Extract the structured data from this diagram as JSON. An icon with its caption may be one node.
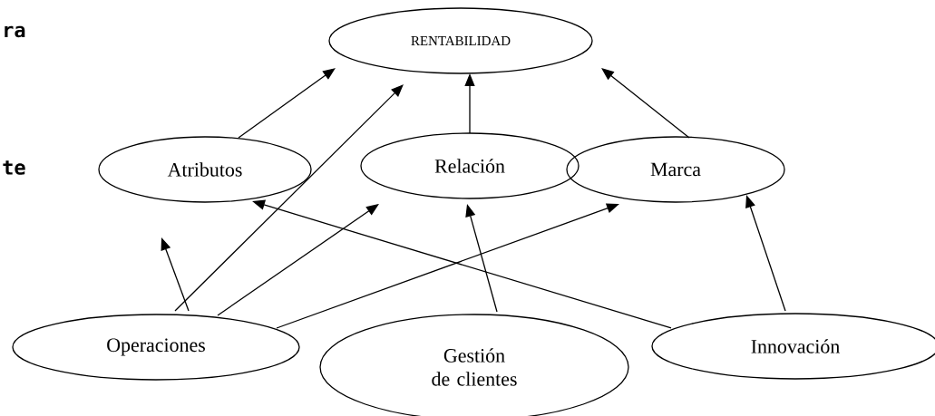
{
  "diagram": {
    "nodes": [
      {
        "text": [
          "RENTABILIDAD"
        ]
      },
      {
        "text": [
          "Atributos"
        ]
      },
      {
        "text": [
          "Relación"
        ]
      },
      {
        "text": [
          "Marca"
        ]
      },
      {
        "text": [
          "Operaciones"
        ]
      },
      {
        "text": [
          "Gestión de clientes"
        ]
      },
      {
        "text": [
          "Innovación"
        ]
      }
    ],
    "edges": [
      {
        "from": 1,
        "to": 0,
        "arrow": "to"
      },
      {
        "from": 4,
        "to": 0,
        "arrow": "to"
      },
      {
        "from": 2,
        "to": 0,
        "arrow": "to"
      },
      {
        "from": 3,
        "to": 0,
        "arrow": "to"
      },
      {
        "from": 4,
        "to": 1,
        "arrow": "to"
      },
      {
        "from": 4,
        "to": 2,
        "arrow": "to"
      },
      {
        "from": 4,
        "to": 3,
        "arrow": "to"
      },
      {
        "from": 5,
        "to": 2,
        "arrow": "to"
      },
      {
        "from": 6,
        "to": 1,
        "arrow": "to"
      },
      {
        "from": 6,
        "to": 3,
        "arrow": "to"
      }
    ],
    "labels": [
      "ra",
      "te"
    ]
  }
}
